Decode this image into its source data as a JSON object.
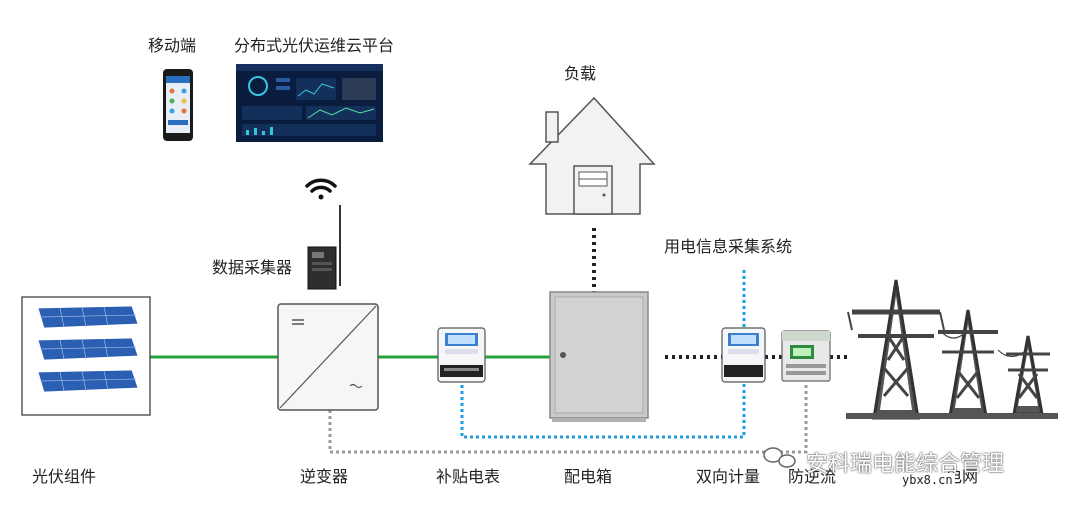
{
  "labels": {
    "mobile": "移动端",
    "cloud": "分布式光伏运维云平台",
    "load": "负载",
    "collector": "数据采集器",
    "info_system": "用电信息采集系统",
    "pv": "光伏组件",
    "inverter": "逆变器",
    "subsidy_meter": "补贴电表",
    "distribution_box": "配电箱",
    "bidirectional_meter": "双向计量",
    "anti_backflow": "防逆流",
    "grid": "电网"
  },
  "watermark": {
    "text": "安科瑞电能综合管理",
    "site": "ybx8.cn"
  },
  "colors": {
    "green": "#22a33f",
    "blue": "#1e9ee0",
    "dark_dots": "#222222",
    "grey_dots": "#9a9a9a",
    "panel_blue": "#2b5fb4",
    "tower": "#444444"
  }
}
